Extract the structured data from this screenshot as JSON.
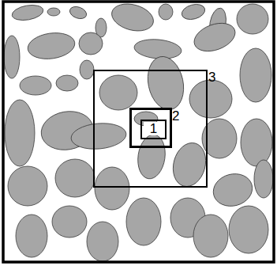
{
  "diagram": {
    "nodes": [
      {
        "text": [
          "3"
        ]
      },
      {
        "text": [
          "2"
        ],
        "in": 0
      },
      {
        "text": [
          "1"
        ],
        "in": 1
      }
    ]
  }
}
